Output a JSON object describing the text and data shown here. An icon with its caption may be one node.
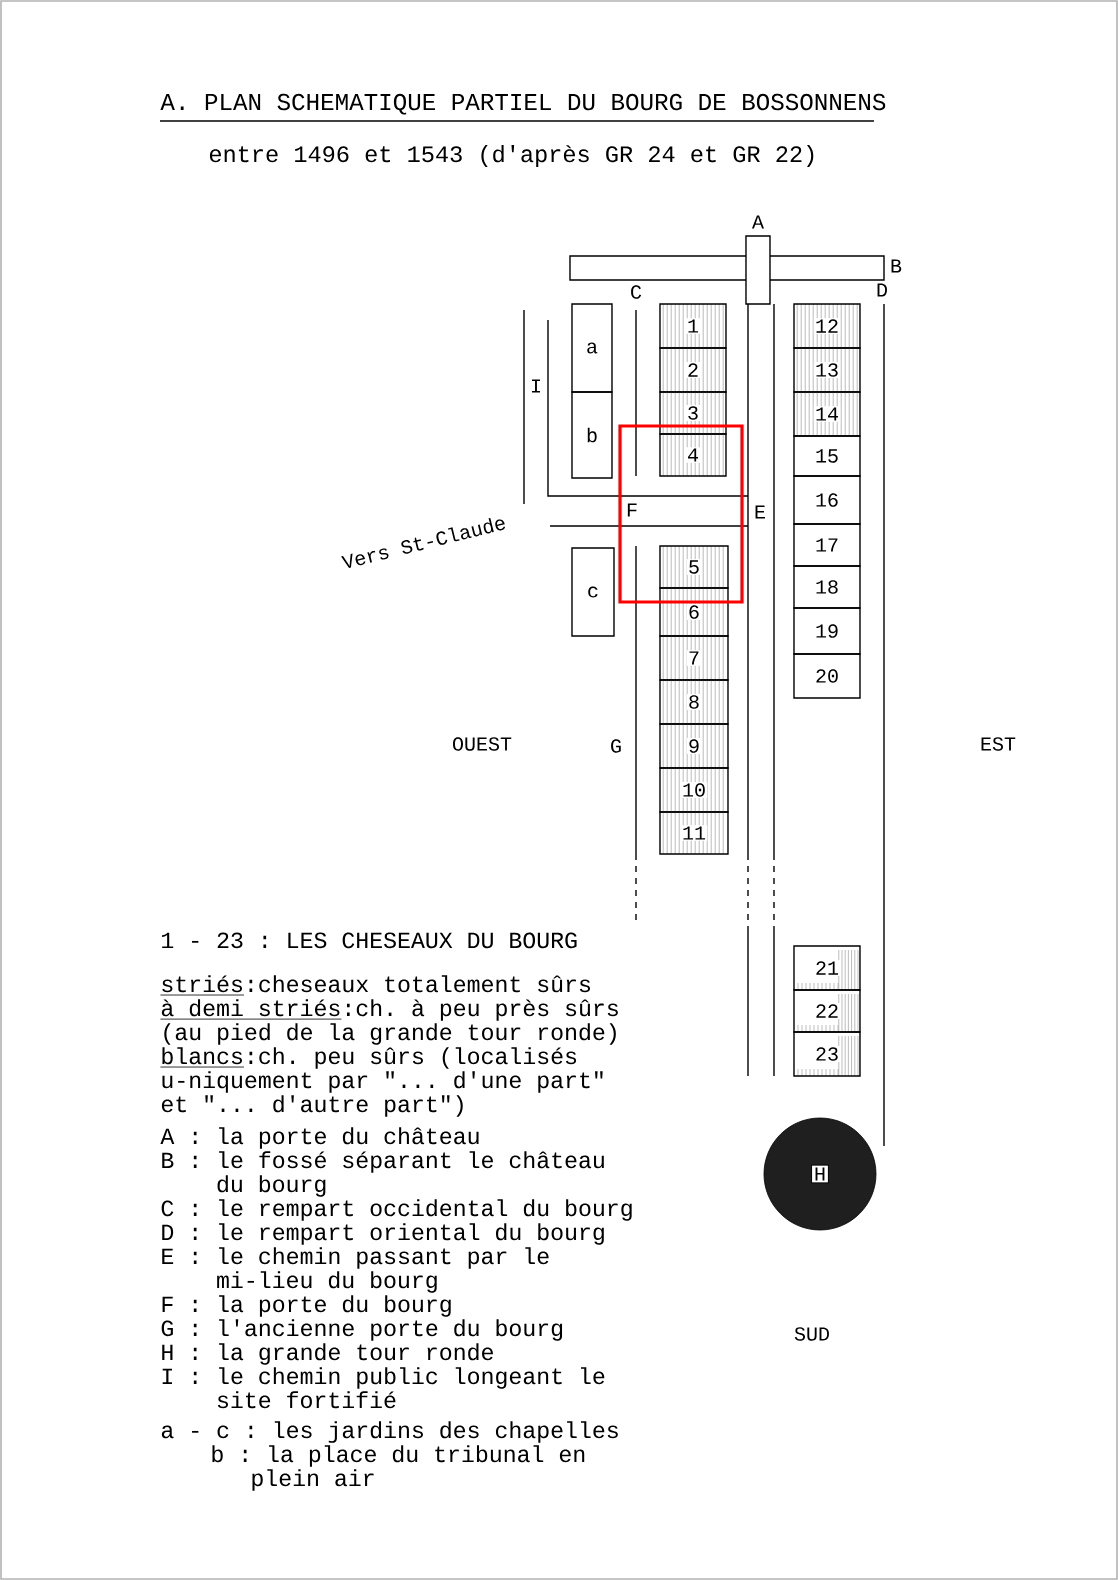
{
  "diagram": {
    "title": "A. PLAN SCHEMATIQUE PARTIEL DU BOURG DE BOSSONNENS",
    "nodes": [
      {
        "text": [
          "1"
        ]
      },
      {
        "text": [
          "2"
        ]
      },
      {
        "text": [
          "3"
        ]
      },
      {
        "text": [
          "4"
        ]
      },
      {
        "text": [
          "5"
        ]
      },
      {
        "text": [
          "6"
        ]
      },
      {
        "text": [
          "7"
        ]
      },
      {
        "text": [
          "8"
        ]
      },
      {
        "text": [
          "9"
        ]
      },
      {
        "text": [
          "10"
        ]
      },
      {
        "text": [
          "11"
        ]
      },
      {
        "text": [
          "12"
        ]
      },
      {
        "text": [
          "13"
        ]
      },
      {
        "text": [
          "14"
        ]
      },
      {
        "text": [
          "15"
        ]
      },
      {
        "text": [
          "16"
        ]
      },
      {
        "text": [
          "17"
        ]
      },
      {
        "text": [
          "18"
        ]
      },
      {
        "text": [
          "19"
        ]
      },
      {
        "text": [
          "20"
        ]
      },
      {
        "text": [
          "21"
        ]
      },
      {
        "text": [
          "22"
        ]
      },
      {
        "text": [
          "23"
        ]
      },
      {
        "text": [
          "a"
        ]
      },
      {
        "text": [
          "b"
        ]
      },
      {
        "text": [
          "c"
        ]
      },
      {
        "text": [
          "H"
        ]
      }
    ],
    "labels": [
      "entre 1496 et 1543 (d'après GR 24 et GR 22)",
      "A",
      "B",
      "C",
      "D",
      "I",
      "F",
      "E",
      "Vers St-Claude",
      "OUEST",
      "G",
      "EST",
      "SUD",
      "1 - 23 : LES CHESEAUX DU BOURG",
      "striés",
      ":cheseaux totalement sûrs",
      "à demi striés",
      ":ch. à peu près sûrs (au pied de la grande tour ronde)",
      "blancs",
      ":ch. peu sûrs (localisés u-niquement par \"... d'une part\" et \"... d'autre part\")",
      "A : la porte du château",
      "B : le fossé séparant le château du bourg",
      "C : le rempart occidental du bourg",
      "D : le rempart oriental du bourg",
      "E : le chemin passant par le mi-lieu du bourg",
      "F : la porte du bourg",
      "G : l'ancienne porte du bourg",
      "H : la grande tour ronde",
      "I : le chemin public longeant le site fortifié",
      "a - c : les jardins des chapelles",
      "b : la place du tribunal en plein air"
    ]
  }
}
